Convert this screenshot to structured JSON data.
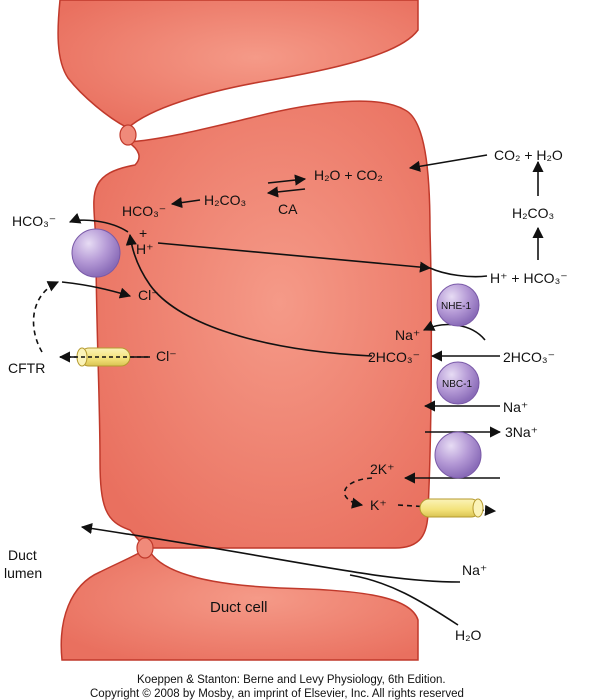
{
  "colors": {
    "cell_fill": "#f08a7a",
    "cell_edge": "#c0392b",
    "transporter": "#b59ad6",
    "channel": "#f3e27a",
    "background": "#ffffff"
  },
  "labels": {
    "co2_h2o_top": "CO₂ + H₂O",
    "h2co3_right": "H₂CO₃",
    "h_hco3_right": "H⁺ + HCO₃⁻",
    "hco3_left_out": "HCO₃⁻",
    "hco3_inside": "HCO₃⁻",
    "h2co3_inside": "H₂CO₃",
    "h2o_co2_inside": "H₂O + CO₂",
    "ca": "CA",
    "h_inside": "H⁺",
    "plus_sign": "+",
    "cl_inside": "Cl⁻",
    "cl_inside2": "Cl⁻",
    "cftr": "CFTR",
    "nhe1": "NHE-1",
    "nbc1": "NBC-1",
    "na_in1": "Na⁺",
    "hco3_2_inside": "2HCO₃⁻",
    "hco3_2_outside": "2HCO₃⁻",
    "na_out2": "Na⁺",
    "na3": "3Na⁺",
    "k2": "2K⁺",
    "k_inside": "K⁺",
    "duct_lumen": "Duct\nlumen",
    "na_para": "Na⁺",
    "duct_cell": "Duct cell",
    "h2o_para": "H₂O"
  },
  "credit": {
    "line1": "Koeppen & Stanton: Berne and Levy Physiology, 6th Edition.",
    "line2": "Copyright © 2008 by Mosby, an imprint of Elsevier, Inc. All rights reserved"
  }
}
